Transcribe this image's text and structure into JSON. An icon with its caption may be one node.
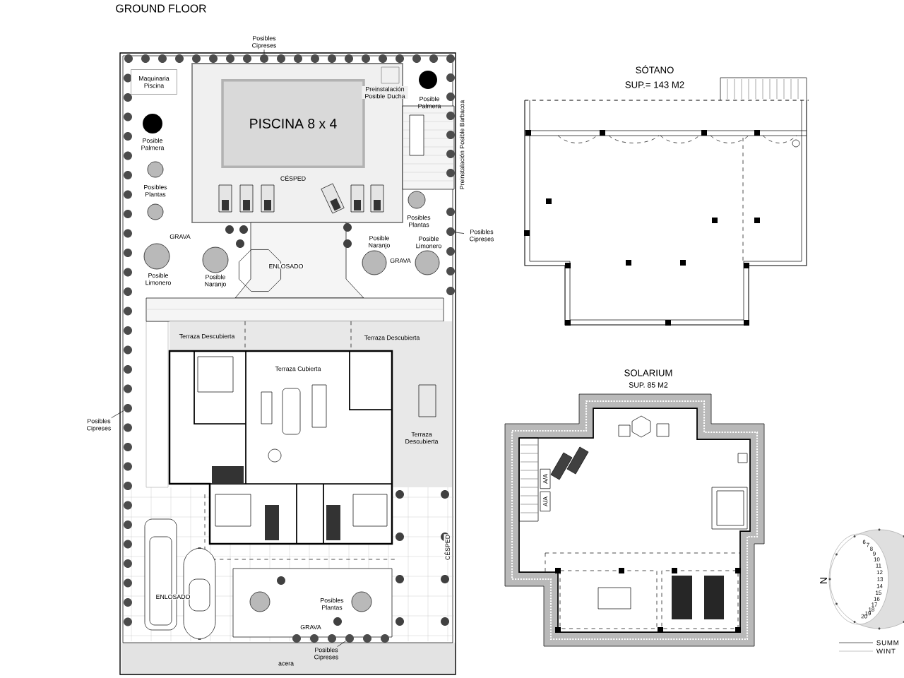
{
  "diagram": {
    "nodes": [
      {
        "text": [
          "Posibles Cipreses"
        ]
      },
      {
        "text": [
          "Maquinaria Piscina"
        ]
      },
      {
        "text": [
          "PISCINA 8 x 4"
        ]
      },
      {
        "text": [
          "Posibles Cipreses"
        ]
      },
      {
        "text": [
          "Posibles Cipreses"
        ]
      },
      {
        "text": [
          "A/A"
        ]
      },
      {
        "text": [
          "A/A"
        ]
      },
      {
        "text": [
          "Posibles Cipreses"
        ]
      },
      {
        "text": [],
        "shape": "circle"
      },
      {
        "text": [],
        "shape": "circle"
      },
      {
        "text": [],
        "shape": "circle"
      },
      {
        "text": [],
        "shape": "circle"
      }
    ],
    "edges": [
      {
        "from": 0,
        "to": 8,
        "arrow": "none"
      },
      {
        "from": 3,
        "to": 9,
        "arrow": "none"
      },
      {
        "from": 4,
        "to": 10,
        "arrow": "none"
      },
      {
        "from": 7,
        "to": 11,
        "arrow": "none"
      }
    ],
    "labels": [
      "GROUND FLOOR",
      "Preinstalación Posible Ducha",
      "Posible Palmera",
      "Posible Palmera",
      "Preinstalación Posible Barbacoa",
      "CÉSPED",
      "Posibles Plantas",
      "Posibles Plantas",
      "GRAVA",
      "Posible Naranjo",
      "Posible Limonero",
      "ENLOSADO",
      "GRAVA",
      "Posible Limonero",
      "Posible Naranjo",
      "Terraza Descubierta",
      "Terraza Descubierta",
      "Terraza Cubierta",
      "Terraza Descubierta",
      "ENLOSADO",
      "Posibles Plantas",
      "GRAVA",
      "CÉSPED",
      "acera",
      "SÓTANO",
      "SUP.= 143 M2",
      "SOLARIUM",
      "SUP. 85 M2",
      "N",
      "6",
      "7",
      "8",
      "9",
      "10",
      "11",
      "12",
      "13",
      "14",
      "15",
      "16",
      "17",
      "18",
      "19",
      "20"
    ],
    "legend": [
      {
        "text": "SUMM"
      },
      {
        "text": "WINT"
      }
    ]
  }
}
